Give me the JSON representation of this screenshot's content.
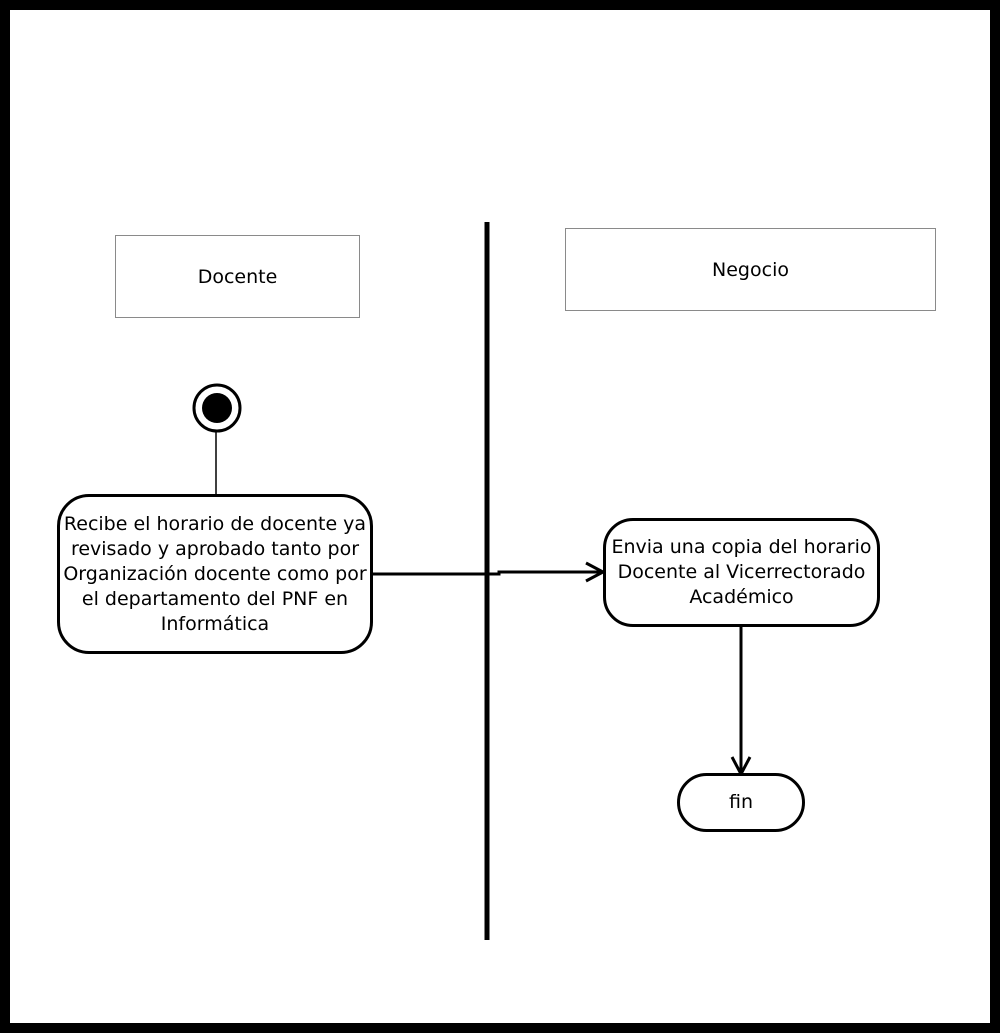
{
  "lanes": [
    {
      "label": "Docente"
    },
    {
      "label": "Negocio"
    }
  ],
  "activities": {
    "recibe": {
      "text": "Recibe el horario de docente ya\nrevisado y aprobado tanto por\nOrganización docente como por\nel departamento del PNF en\nInformática"
    },
    "envia": {
      "text": "Envia una copia del horario\nDocente al Vicerrectorado\nAcadémico"
    },
    "fin": {
      "text": "fin"
    }
  },
  "colors": {
    "frame": "#000000",
    "canvas": "#ffffff",
    "lane_border": "#8a8a8a",
    "stroke": "#000000"
  }
}
